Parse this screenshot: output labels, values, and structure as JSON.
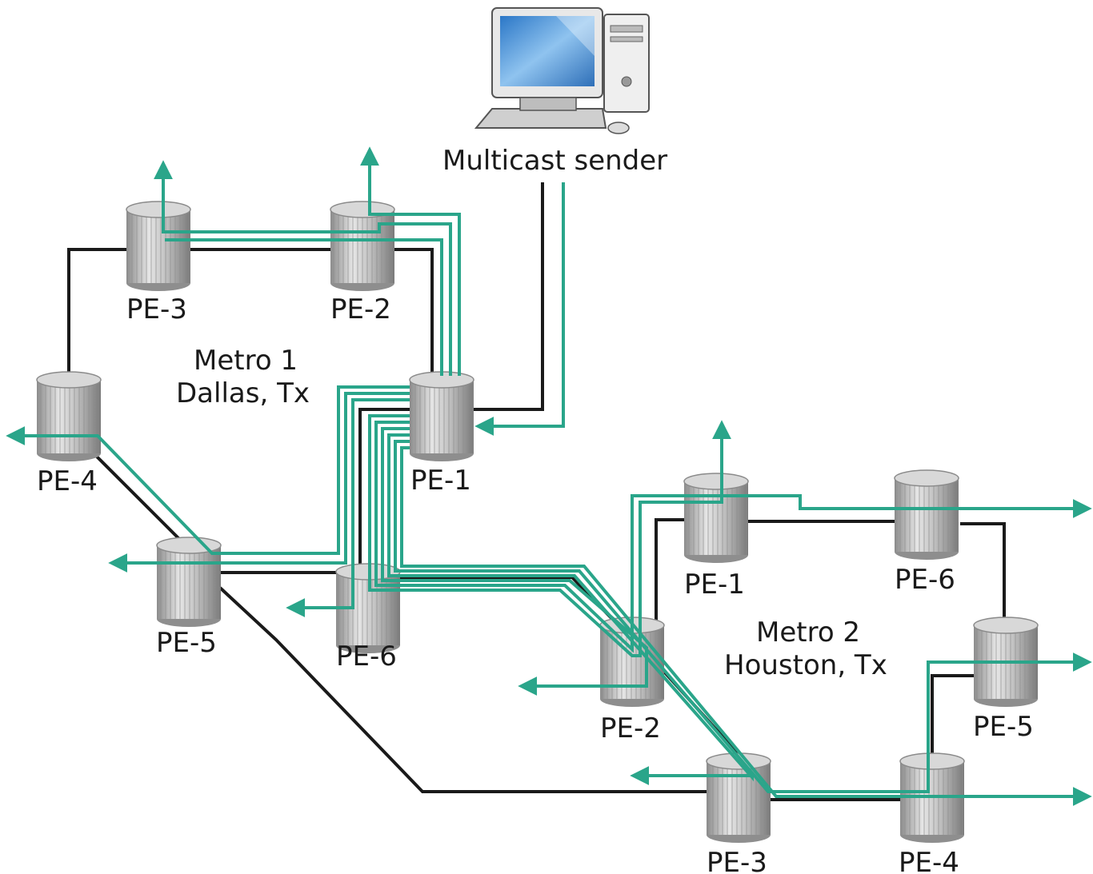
{
  "sender": {
    "label": "Multicast sender",
    "icon": "desktop-computer-icon"
  },
  "metro1": {
    "title_line1": "Metro 1",
    "title_line2": "Dallas, Tx",
    "routers": [
      "PE-1",
      "PE-2",
      "PE-3",
      "PE-4",
      "PE-5",
      "PE-6"
    ]
  },
  "metro2": {
    "title_line1": "Metro 2",
    "title_line2": "Houston, Tx",
    "routers": [
      "PE-1",
      "PE-2",
      "PE-3",
      "PE-4",
      "PE-5",
      "PE-6"
    ]
  },
  "colors": {
    "link": "#1a1a1a",
    "multicast_flow": "#2aa58a",
    "router_body": "#b9b9b9"
  }
}
